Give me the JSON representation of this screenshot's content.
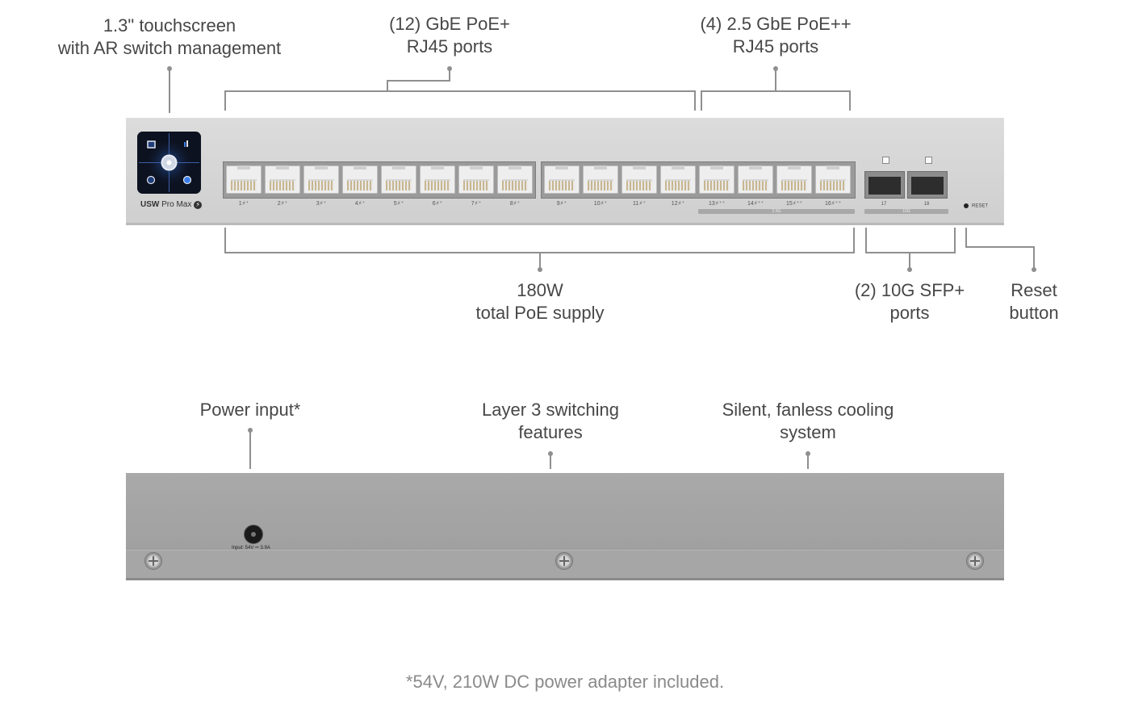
{
  "callouts": {
    "touchscreen": "1.3\" touchscreen\nwith AR switch management",
    "gbe_ports": "(12) GbE PoE+\nRJ45 ports",
    "ports_25": "(4) 2.5 GbE PoE++\nRJ45 ports",
    "poe_supply": "180W\ntotal PoE supply",
    "sfp_ports": "(2) 10G SFP+\nports",
    "reset_button": "Reset\nbutton",
    "power_input": "Power input*",
    "layer3": "Layer 3 switching\nfeatures",
    "cooling": "Silent, fanless cooling\nsystem"
  },
  "footnote": "*54V, 210W DC power adapter included.",
  "front_panel": {
    "brand_bold": "USW",
    "brand_rest": "Pro Max",
    "port_labels": [
      "1⚡⁺",
      "2⚡⁺",
      "3⚡⁺",
      "4⚡⁺",
      "5⚡⁺",
      "6⚡⁺",
      "7⚡⁺",
      "8⚡⁺",
      "9⚡⁺",
      "10⚡⁺",
      "11⚡⁺",
      "12⚡⁺",
      "13⚡⁺⁺",
      "14⚡⁺⁺",
      "15⚡⁺⁺",
      "16⚡⁺⁺"
    ],
    "bar_25g": "2.5G",
    "sfp_labels": [
      "17",
      "18"
    ],
    "bar_10g": "10G",
    "reset_label": "RESET"
  },
  "back_panel": {
    "power_label": "Input: 54V ⎓ 3.9A"
  }
}
